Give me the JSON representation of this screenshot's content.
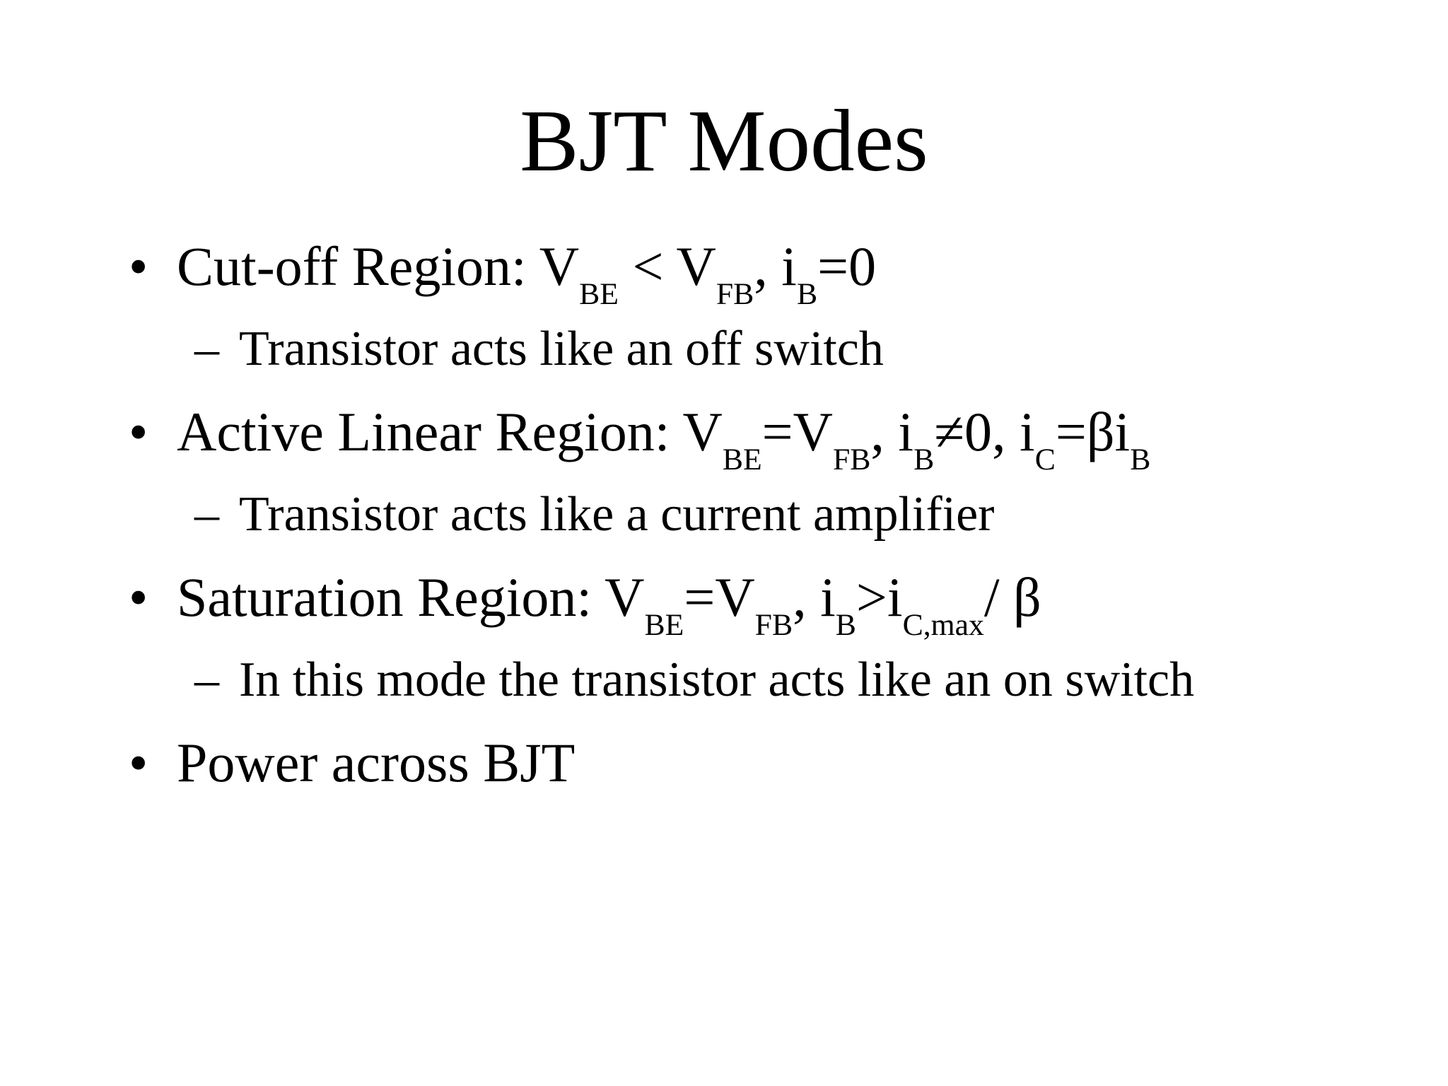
{
  "slide": {
    "title": "BJT Modes",
    "background_color": "#ffffff",
    "text_color": "#000000",
    "bullets": [
      {
        "level": 1,
        "marker": "•",
        "segments": [
          {
            "t": "Cut-off Region: V"
          },
          {
            "sub": "BE"
          },
          {
            "t": " < V"
          },
          {
            "sub": "FB"
          },
          {
            "t": ", i"
          },
          {
            "sub": "B"
          },
          {
            "t": "=0"
          }
        ]
      },
      {
        "level": 2,
        "marker": "–",
        "segments": [
          {
            "t": "Transistor acts like an off switch"
          }
        ]
      },
      {
        "level": 1,
        "marker": "•",
        "segments": [
          {
            "t": "Active Linear Region: V"
          },
          {
            "sub": "BE"
          },
          {
            "t": "=V"
          },
          {
            "sub": "FB"
          },
          {
            "t": ", i"
          },
          {
            "sub": "B"
          },
          {
            "t": "≠0, i"
          },
          {
            "sub": "C"
          },
          {
            "t": "=βi"
          },
          {
            "sub": "B"
          }
        ]
      },
      {
        "level": 2,
        "marker": "–",
        "segments": [
          {
            "t": "Transistor acts like a current amplifier"
          }
        ]
      },
      {
        "level": 1,
        "marker": "•",
        "segments": [
          {
            "t": "Saturation Region: V"
          },
          {
            "sub": "BE"
          },
          {
            "t": "=V"
          },
          {
            "sub": "FB"
          },
          {
            "t": ", i"
          },
          {
            "sub": "B"
          },
          {
            "t": ">i"
          },
          {
            "sub": "C,max"
          },
          {
            "t": "/ β"
          }
        ]
      },
      {
        "level": 2,
        "marker": "–",
        "segments": [
          {
            "t": "In this mode the transistor acts like an on switch"
          }
        ]
      },
      {
        "level": 1,
        "marker": "•",
        "segments": [
          {
            "t": "Power across BJT"
          }
        ]
      }
    ]
  }
}
